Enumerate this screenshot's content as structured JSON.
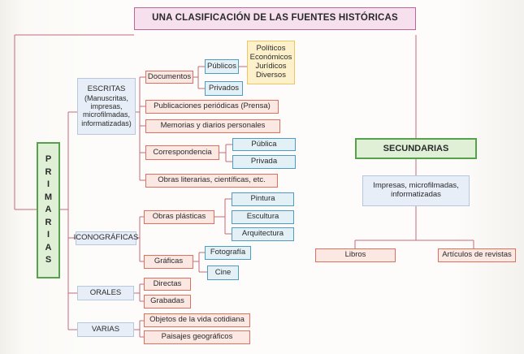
{
  "title": "UNA CLASIFICACIÓN DE LAS FUENTES HISTÓRICAS",
  "primarias": "PRIMARIAS",
  "escritas": {
    "label": "ESCRITAS",
    "sub": "(Manuscritas, impresas, microfilmadas, informatizadas)"
  },
  "documentos": "Documentos",
  "publicos": "Públicos",
  "privados": "Privados",
  "public_types": [
    "Políticos",
    "Económicos",
    "Jurídicos",
    "Diversos"
  ],
  "publicaciones": "Publicaciones periódicas (Prensa)",
  "memorias": "Memorias y diarios personales",
  "correspondencia": "Correspondencia",
  "publica": "Pública",
  "privada": "Privada",
  "obras_literarias": "Obras literarias, científicas, etc.",
  "iconograficas": "ICONOGRÁFICAS",
  "obras_plasticas": "Obras plásticas",
  "pintura": "Pintura",
  "escultura": "Escultura",
  "arquitectura": "Arquitectura",
  "graficas": "Gráficas",
  "fotografia": "Fotografía",
  "cine": "Cine",
  "orales": "ORALES",
  "directas": "Directas",
  "grabadas": "Grabadas",
  "varias": "VARIAS",
  "objetos": "Objetos de la vida cotidiana",
  "paisajes": "Paisajes geográficos",
  "secundarias": "SECUNDARIAS",
  "secundarias_desc": "Impresas, microfilmadas, informatizadas",
  "libros": "Libros",
  "articulos": "Artículos de revistas",
  "colors": {
    "red_border": "#e0705e",
    "blue_border": "#4e9cc2",
    "green_border": "#56a24c",
    "title_border": "#c0639a",
    "yellow_border": "#efc75e"
  }
}
